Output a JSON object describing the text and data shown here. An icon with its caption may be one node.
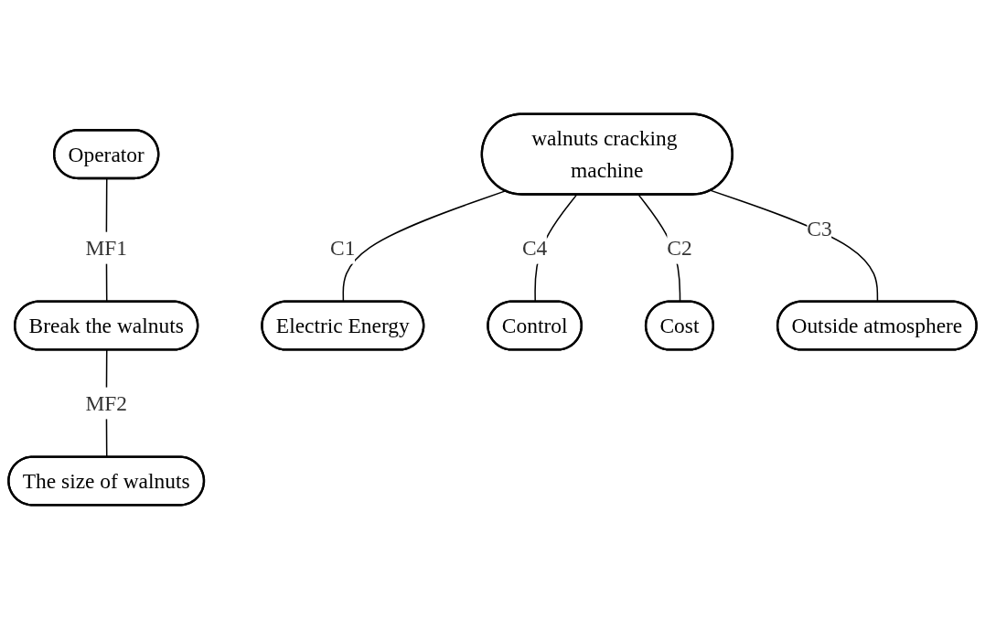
{
  "diagram": {
    "nodes": [
      {
        "text": [
          "Operator"
        ]
      },
      {
        "text": [
          "Break the walnuts"
        ]
      },
      {
        "text": [
          "The size of walnuts"
        ]
      },
      {
        "text": [
          "walnuts cracking machine"
        ]
      },
      {
        "text": [
          "Electric Energy"
        ]
      },
      {
        "text": [
          "Control"
        ]
      },
      {
        "text": [
          "Cost"
        ]
      },
      {
        "text": [
          "Outside atmosphere"
        ]
      }
    ],
    "edges": [
      {
        "from": 0,
        "to": 1,
        "arrow": "none",
        "label": "MF1"
      },
      {
        "from": 1,
        "to": 2,
        "arrow": "none",
        "label": "MF2"
      },
      {
        "from": 3,
        "to": 4,
        "arrow": "none",
        "label": "C1"
      },
      {
        "from": 3,
        "to": 6,
        "arrow": "none",
        "label": "C2"
      },
      {
        "from": 3,
        "to": 7,
        "arrow": "none",
        "label": "C3"
      },
      {
        "from": 3,
        "to": 5,
        "arrow": "none",
        "label": "C4"
      }
    ]
  }
}
